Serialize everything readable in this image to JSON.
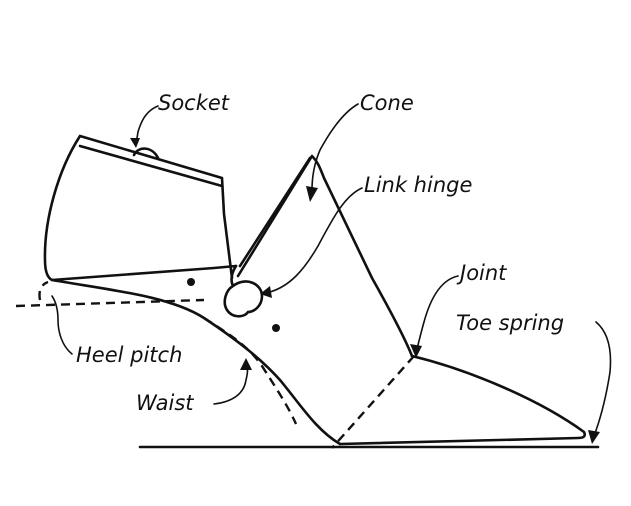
{
  "labels": {
    "socket": "Socket",
    "cone": "Cone",
    "link_hinge": "Link hinge",
    "joint": "Joint",
    "toe_spring": "Toe spring",
    "heel_pitch": "Heel pitch",
    "waist": "Waist"
  },
  "colors": {
    "ink": "#111111",
    "background": "#ffffff"
  }
}
